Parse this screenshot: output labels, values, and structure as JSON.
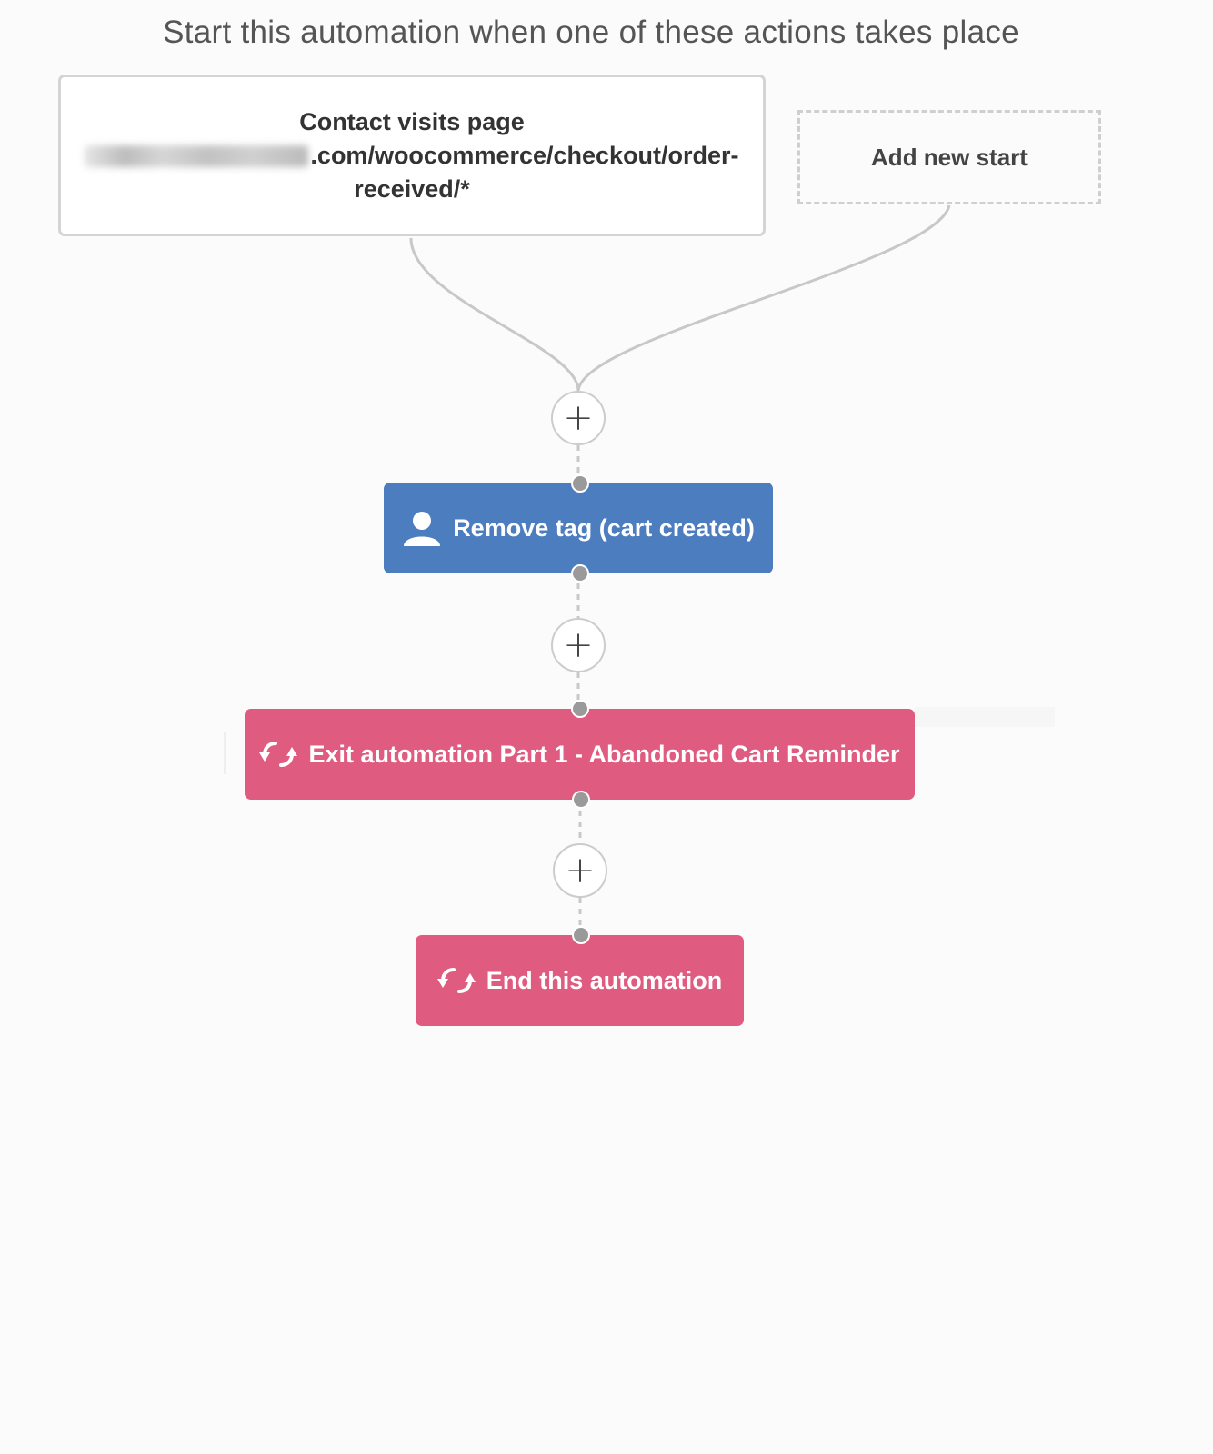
{
  "header": {
    "title": "Start this automation when one of these actions takes place"
  },
  "start_trigger": {
    "title": "Contact visits page",
    "url_visible": ".com/woocommerce/checkout/order-",
    "url_continued": "received/*"
  },
  "add_start": {
    "label": "Add new start"
  },
  "add_step": {
    "symbol": "+"
  },
  "actions": [
    {
      "label": "Remove tag (cart created)",
      "icon": "user-icon",
      "color": "#4c7dbf"
    },
    {
      "label": "Exit automation Part 1 - Abandoned Cart Reminder",
      "icon": "refresh-arrows-icon",
      "color": "#e05b80"
    },
    {
      "label": "End this automation",
      "icon": "refresh-arrows-icon",
      "color": "#e05b80"
    }
  ],
  "colors": {
    "background": "#fbfbfb",
    "action_blue": "#4c7dbf",
    "action_pink": "#e05b80",
    "connector": "#c8c8c8",
    "node_dot": "#9a9a9a"
  }
}
